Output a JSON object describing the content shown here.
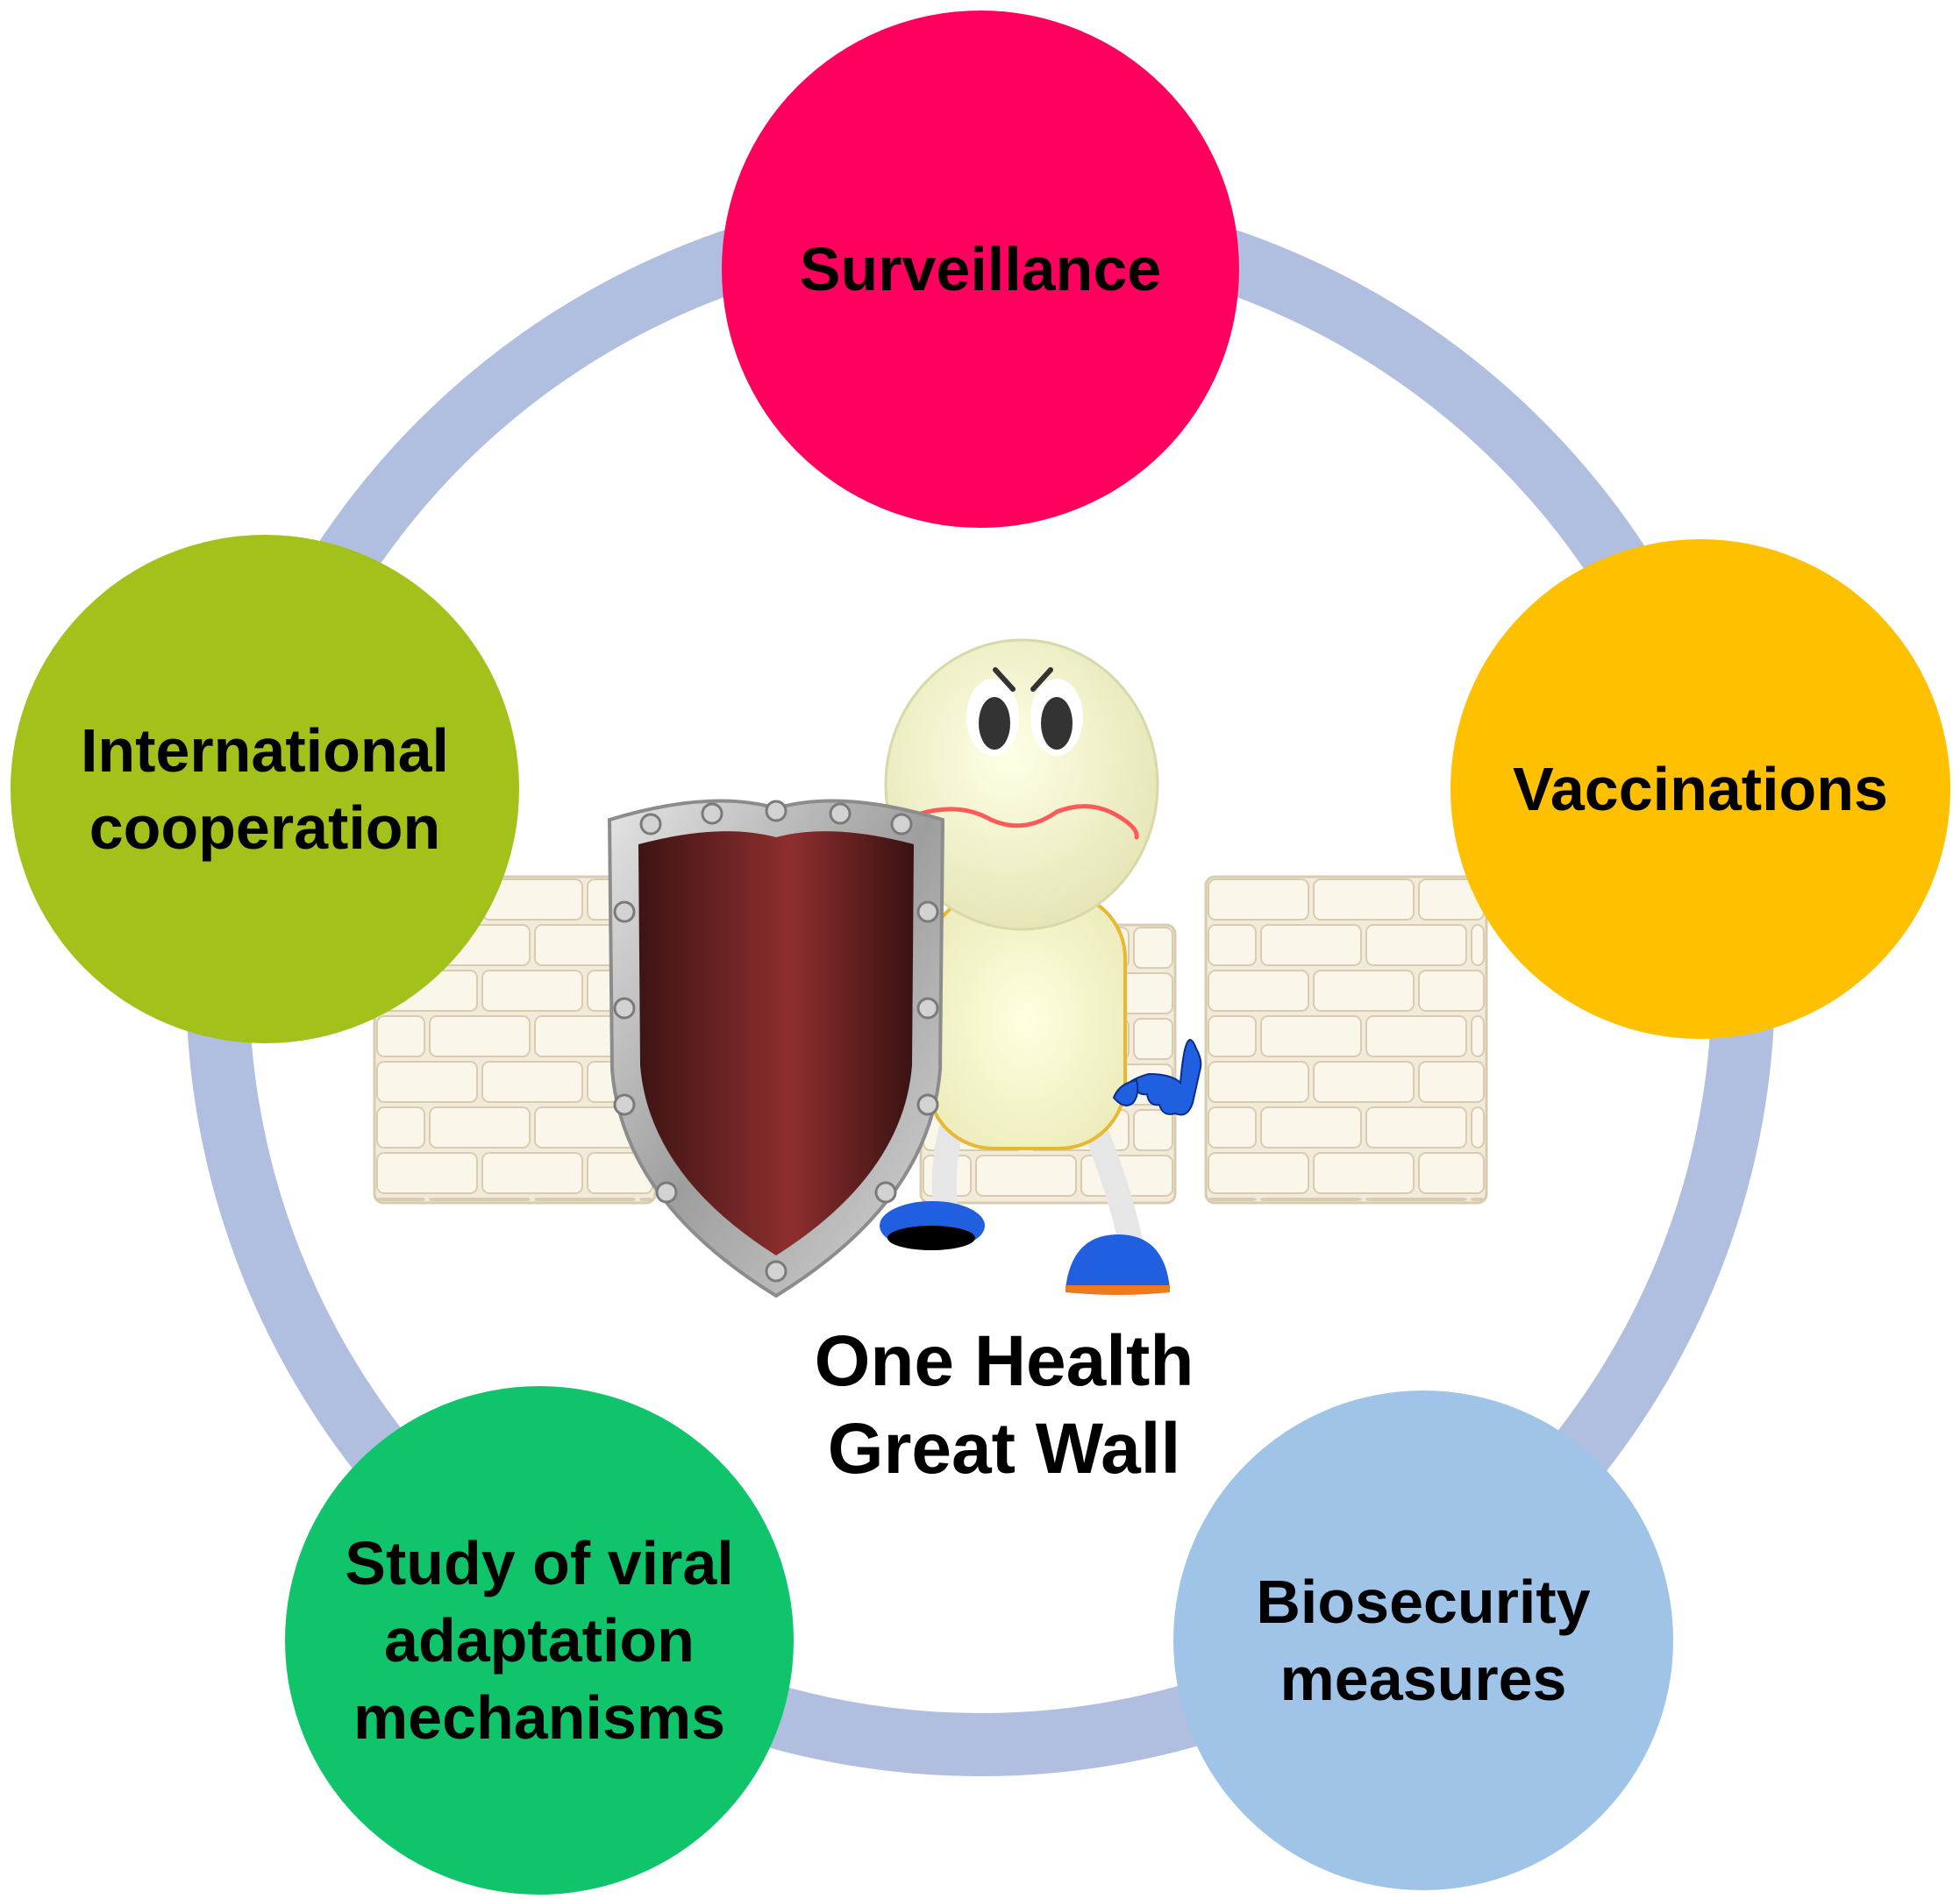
{
  "center": {
    "lines": [
      "One Health",
      "Great Wall"
    ]
  },
  "nodes": [
    {
      "id": "surveillance",
      "lines": [
        "Surveillance"
      ],
      "color": "#FF005F"
    },
    {
      "id": "vaccinations",
      "lines": [
        "Vaccinations"
      ],
      "color": "#FFC000"
    },
    {
      "id": "biosecurity",
      "lines": [
        "Biosecurity",
        "measures"
      ],
      "color": "#A0C4E8"
    },
    {
      "id": "study",
      "lines": [
        "Study of viral",
        "adaptation",
        "mechanisms"
      ],
      "color": "#10C46C"
    },
    {
      "id": "international",
      "lines": [
        "International",
        "cooperation"
      ],
      "color": "#A2C11A"
    }
  ],
  "colors": {
    "ring": "#B0BEE0",
    "wall": "#F2EBDA",
    "wall_stroke": "#D8CCB0",
    "shield_inner": "#8B2C2C",
    "shield_rim": "#B8B8B8",
    "mascot_body": "#F5F5C8",
    "mascot_mouth": "#FF5A5A",
    "glove": "#1F5FE0",
    "shoe": "#1F5FE0",
    "shoe_sole": "#F07820"
  }
}
